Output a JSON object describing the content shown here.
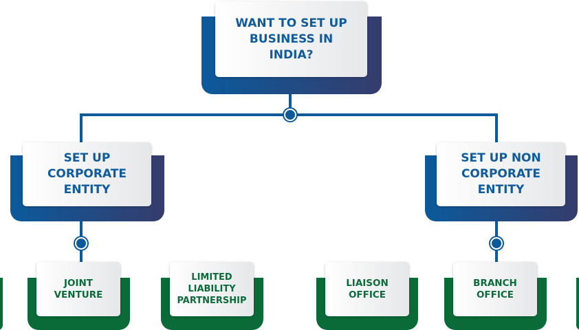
{
  "root": {
    "label": "WANT TO SET UP BUSINESS IN INDIA?"
  },
  "branches": [
    {
      "label": "SET UP CORPORATE ENTITY"
    },
    {
      "label": "SET UP NON CORPORATE ENTITY"
    }
  ],
  "leaves": [
    {
      "label": "JOINT VENTURE"
    },
    {
      "label": "LIMITED LIABILITY PARTNERSHIP"
    },
    {
      "label": "LIAISON OFFICE"
    },
    {
      "label": "BRANCH OFFICE"
    }
  ],
  "colors": {
    "blue": "#0d5a9a",
    "navy": "#363c6c",
    "green": "#0a6b38"
  }
}
